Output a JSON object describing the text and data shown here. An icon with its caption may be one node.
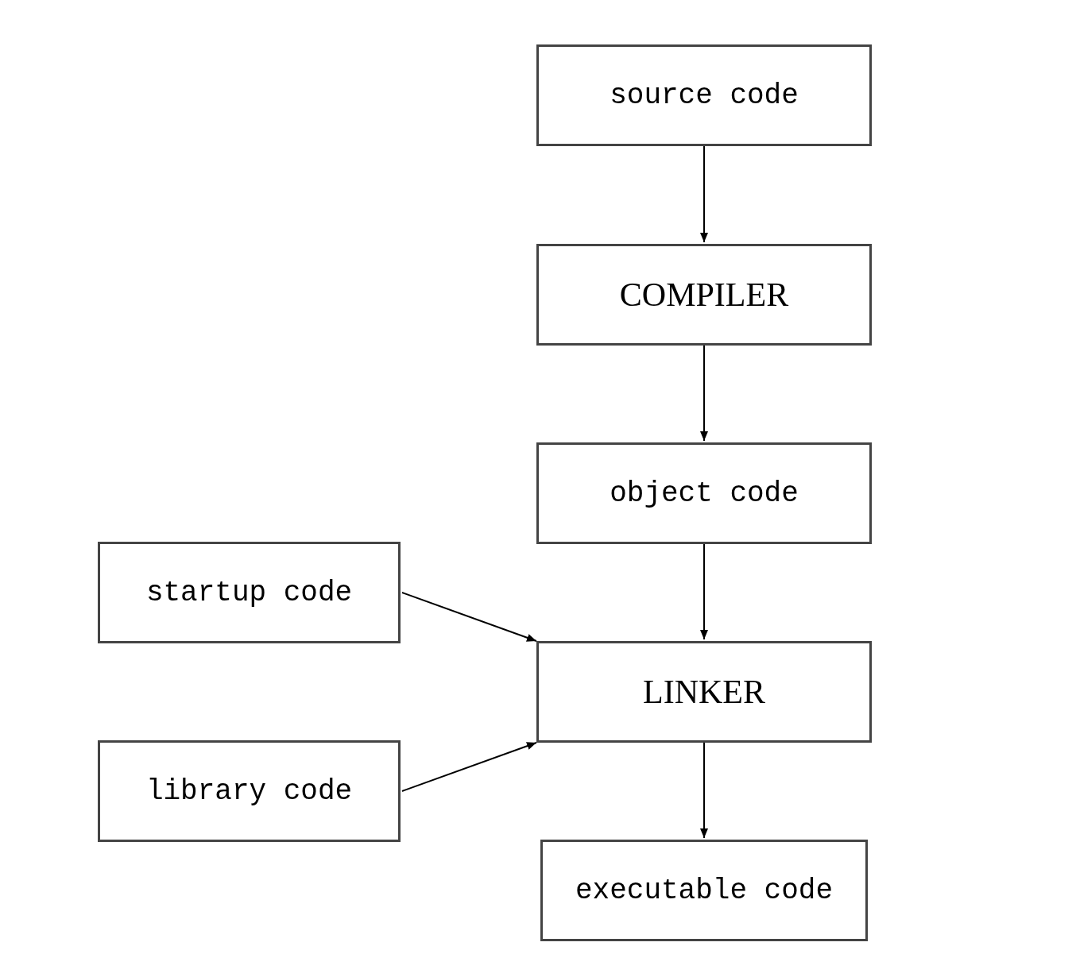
{
  "diagram": {
    "nodes": [
      {
        "text": [
          "source code"
        ]
      },
      {
        "text": [
          "COMPILER"
        ]
      },
      {
        "text": [
          "object code"
        ]
      },
      {
        "text": [
          "startup code"
        ]
      },
      {
        "text": [
          "LINKER"
        ]
      },
      {
        "text": [
          "library code"
        ]
      },
      {
        "text": [
          "executable code"
        ]
      }
    ],
    "edges": [
      {
        "from": 0,
        "to": 1,
        "arrow": "to"
      },
      {
        "from": 1,
        "to": 2,
        "arrow": "to"
      },
      {
        "from": 2,
        "to": 4,
        "arrow": "to"
      },
      {
        "from": 3,
        "to": 4,
        "arrow": "to"
      },
      {
        "from": 5,
        "to": 4,
        "arrow": "to"
      },
      {
        "from": 4,
        "to": 6,
        "arrow": "to"
      }
    ]
  }
}
